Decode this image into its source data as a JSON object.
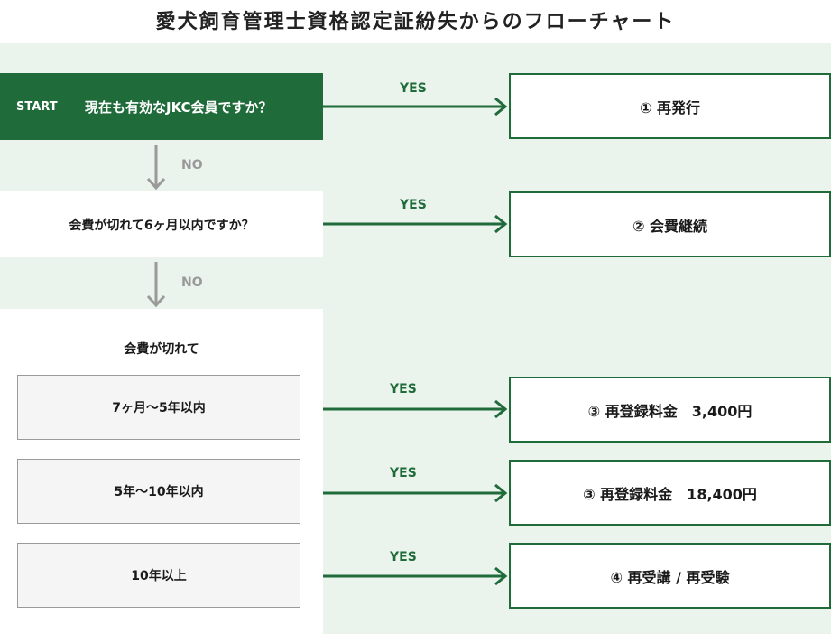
{
  "title": "愛犬飼育管理士資格認定証紛失からのフローチャート",
  "start": {
    "label": "START",
    "question": "現在も有効なJKC会員ですか？"
  },
  "question2": "会費が切れて6ヶ月以内ですか？",
  "expired_heading": "会費が切れて",
  "ranges": [
    "7ヶ月〜5年以内",
    "5年〜10年以内",
    "10年以上"
  ],
  "results": [
    "① 再発行",
    "② 会費継続",
    "③ 再登録料金　3,400円",
    "③ 再登録料金　18,400円",
    "④ 再受講 / 再受験"
  ],
  "yes_label": "YES",
  "no_label": "NO",
  "colors": {
    "primary_green": "#1f6b3a",
    "background_green": "#eaf3ec",
    "gray_arrow": "#9a9a9a"
  }
}
